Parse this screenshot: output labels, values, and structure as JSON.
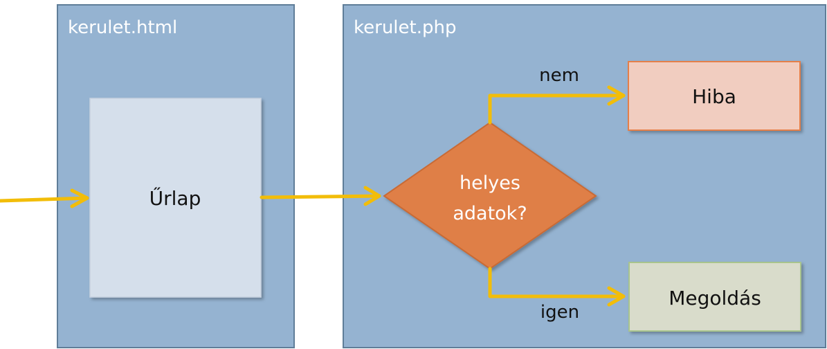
{
  "panels": {
    "left_title": "kerulet.html",
    "right_title": "kerulet.php"
  },
  "nodes": {
    "form": "Űrlap",
    "decision_line1": "helyes",
    "decision_line2": "adatok?",
    "error": "Hiba",
    "solution": "Megoldás"
  },
  "edges": {
    "no_label": "nem",
    "yes_label": "igen"
  },
  "colors": {
    "panel_fill": "#95b3d1",
    "panel_stroke": "#5f7d98",
    "form_fill": "#d5dfeb",
    "decision_fill": "#df7f47",
    "decision_stroke": "#c86b36",
    "error_fill": "#f1cdc0",
    "error_stroke": "#e47f48",
    "solution_fill": "#d9dccb",
    "solution_stroke": "#a8c48d",
    "arrow": "#f2bd09"
  }
}
